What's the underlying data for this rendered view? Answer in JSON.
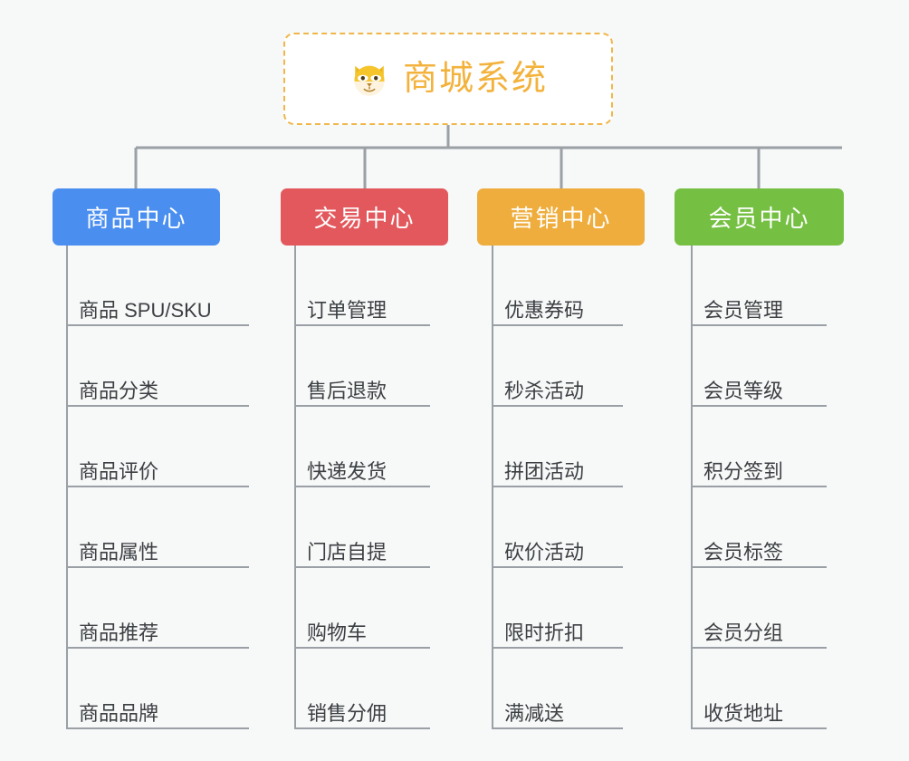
{
  "page": {
    "background_color": "#f7f8f8",
    "line_color": "#9aa0a6"
  },
  "root": {
    "title": "商城系统",
    "icon": "shiba-dog-icon",
    "text_color": "#f3b23c",
    "border_color": "#f0b64a",
    "background_color": "#ffffff"
  },
  "branches": [
    {
      "label": "商品中心",
      "color": "#4a8ef0",
      "items": [
        "商品 SPU/SKU",
        "商品分类",
        "商品评价",
        "商品属性",
        "商品推荐",
        "商品品牌"
      ]
    },
    {
      "label": "交易中心",
      "color": "#e2585c",
      "items": [
        "订单管理",
        "售后退款",
        "快递发货",
        "门店自提",
        "购物车",
        "销售分佣"
      ]
    },
    {
      "label": "营销中心",
      "color": "#eead3c",
      "items": [
        "优惠券码",
        "秒杀活动",
        "拼团活动",
        "砍价活动",
        "限时折扣",
        "满减送"
      ]
    },
    {
      "label": "会员中心",
      "color": "#75c043",
      "items": [
        "会员管理",
        "会员等级",
        "积分签到",
        "会员标签",
        "会员分组",
        "收货地址"
      ]
    }
  ]
}
